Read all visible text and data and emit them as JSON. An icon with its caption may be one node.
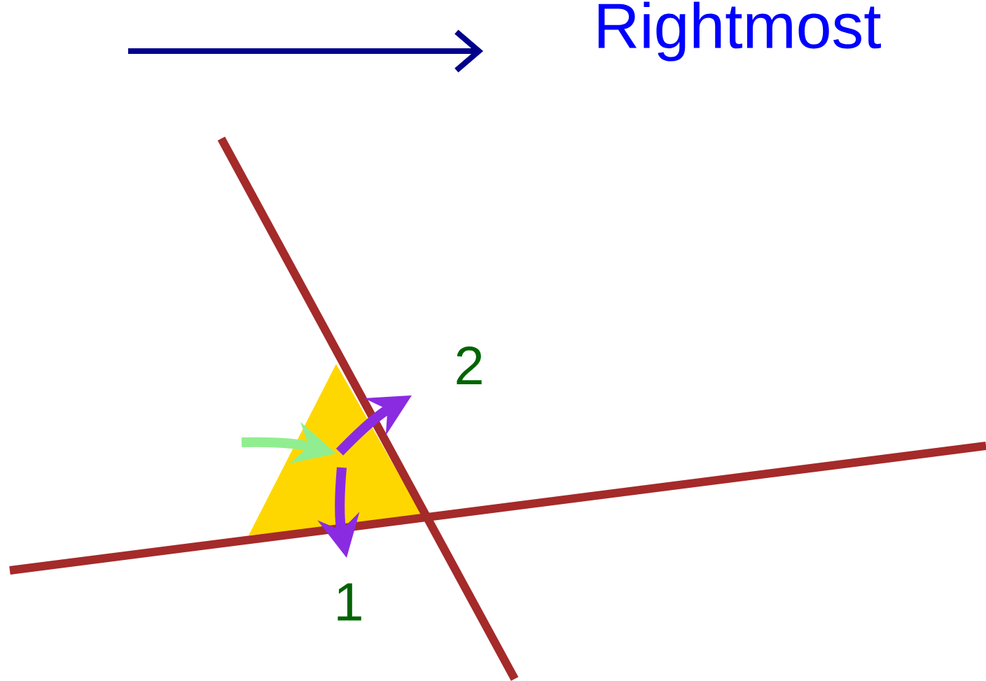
{
  "diagram": {
    "labels": [
      "Rightmost",
      "2",
      "1"
    ]
  }
}
